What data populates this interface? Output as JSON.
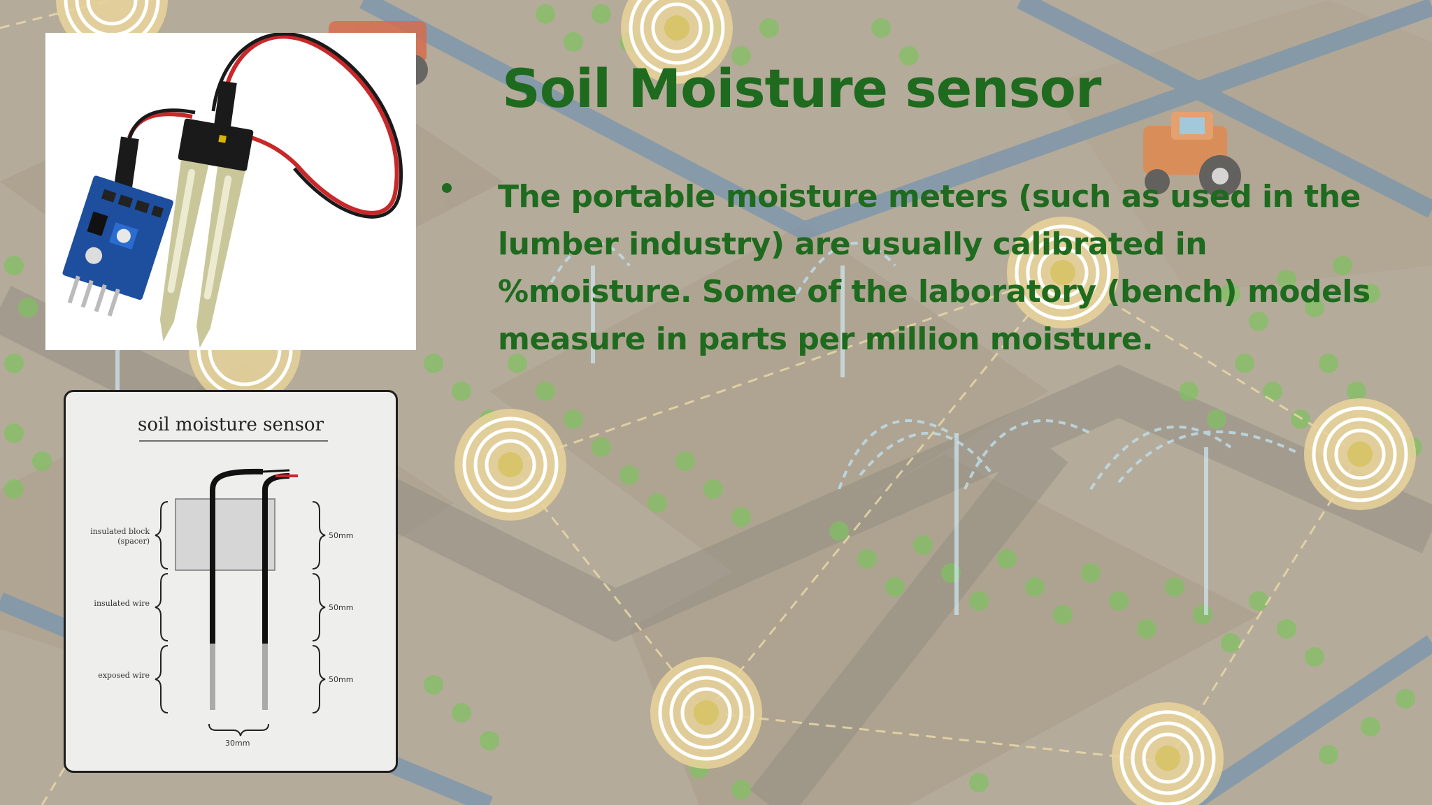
{
  "slide": {
    "title": "Soil Moisture sensor",
    "bullet": "The portable moisture meters (such as used in the lumber industry) are usually calibrated in %moisture. Some of the laboratory (bench) models measure in parts per million moisture."
  },
  "diagram": {
    "title": "soil moisture sensor",
    "labels": {
      "insulated_block": "insulated block (spacer)",
      "insulated_wire": "insulated wire",
      "exposed_wire": "exposed wire"
    },
    "measures": {
      "block": "50mm",
      "insulated": "50mm",
      "exposed": "50mm",
      "spacing": "30mm"
    }
  },
  "colors": {
    "title": "#1e6a1e",
    "background": "#b8ad9c",
    "field_green": "#8fbf6a",
    "road": "#7d93a8"
  },
  "icons": {
    "bullet": "bullet-dot",
    "sprinkler": "target-rings-icon",
    "tractor": "tractor-icon"
  }
}
